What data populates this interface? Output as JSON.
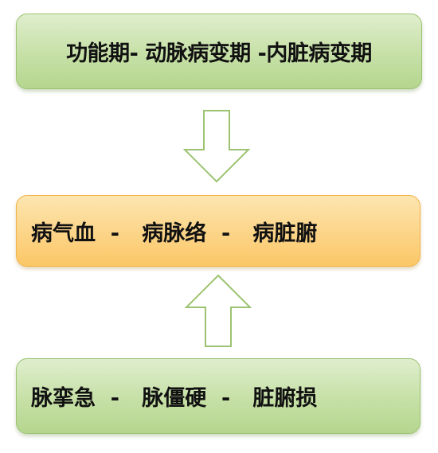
{
  "diagram": {
    "top_box": {
      "text": "功能期- 动脉病变期 -内脏病变期"
    },
    "middle_box": {
      "text": "病气血  -   病脉络  -   病脏腑"
    },
    "bottom_box": {
      "text": "脉挛急  -   脉僵硬  -   脏腑损"
    }
  },
  "colors": {
    "green_fill": "#c6e0a6",
    "green_border": "#9cc372",
    "orange_fill": "#fcd487",
    "orange_border": "#f1b44c",
    "arrow_stroke": "#9cc372"
  }
}
